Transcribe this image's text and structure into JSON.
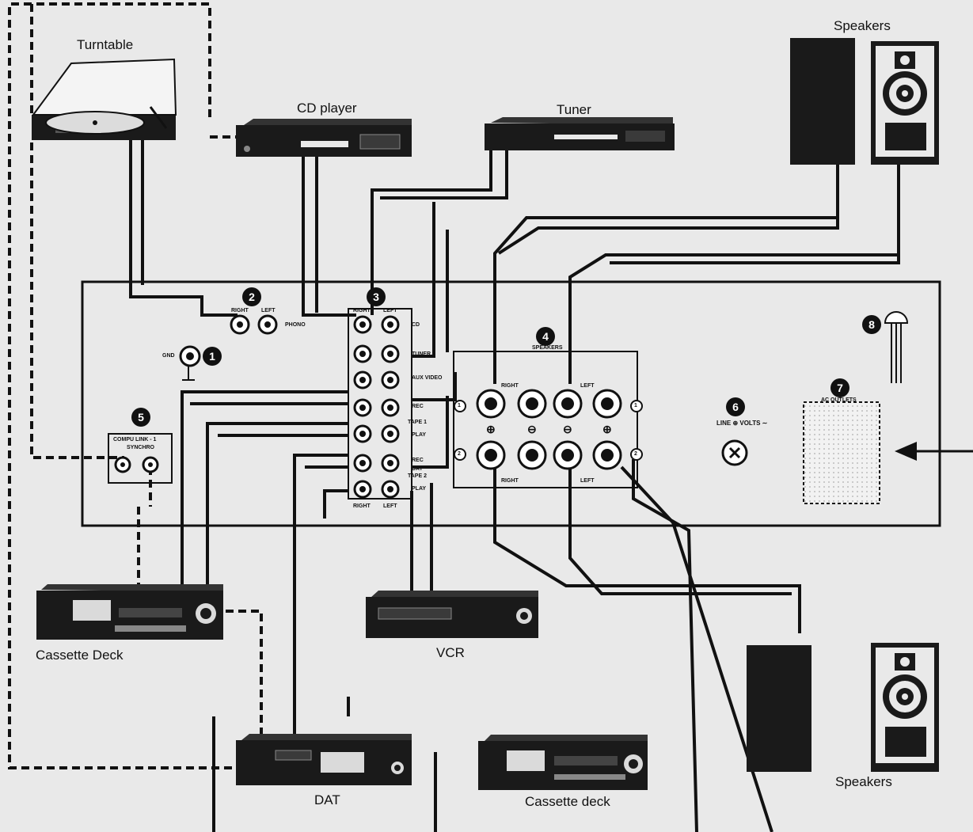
{
  "devices": {
    "turntable": "Turntable",
    "cd_player": "CD player",
    "tuner": "Tuner",
    "speakers_top": "Speakers",
    "speakers_bottom": "Speakers",
    "cassette_deck_left": "Cassette Deck",
    "vcr": "VCR",
    "dat": "DAT",
    "cassette_deck_right": "Cassette deck"
  },
  "callouts": [
    "1",
    "2",
    "3",
    "4",
    "5",
    "6",
    "7",
    "8"
  ],
  "panel_labels": {
    "gnd": "GND",
    "phono": "PHONO",
    "right": "RIGHT",
    "left": "LEFT",
    "cd": "CD",
    "tuner": "TUNER",
    "aux_video": "AUX VIDEO",
    "rec": "REC",
    "tape1": "TAPE 1",
    "play": "PLAY",
    "dat": "DAT",
    "tape2": "TAPE 2",
    "speakers": "SPEAKERS",
    "compu_link": "COMPU LINK - 1",
    "synchro": "SYNCHRO",
    "line_volts": "LINE ⊕ VOLTS ∼",
    "ac_outlets": "AC OUTLETS",
    "terminal_1": "1",
    "terminal_2": "2"
  },
  "icons": {
    "plus_terminal": "plus-terminal-icon",
    "minus_terminal": "minus-terminal-icon",
    "power_cord": "power-plug-icon",
    "arrow": "arrow-left-icon"
  },
  "colors": {
    "background": "#e9e9e9",
    "line": "#111111",
    "device": "#1a1a1a"
  }
}
